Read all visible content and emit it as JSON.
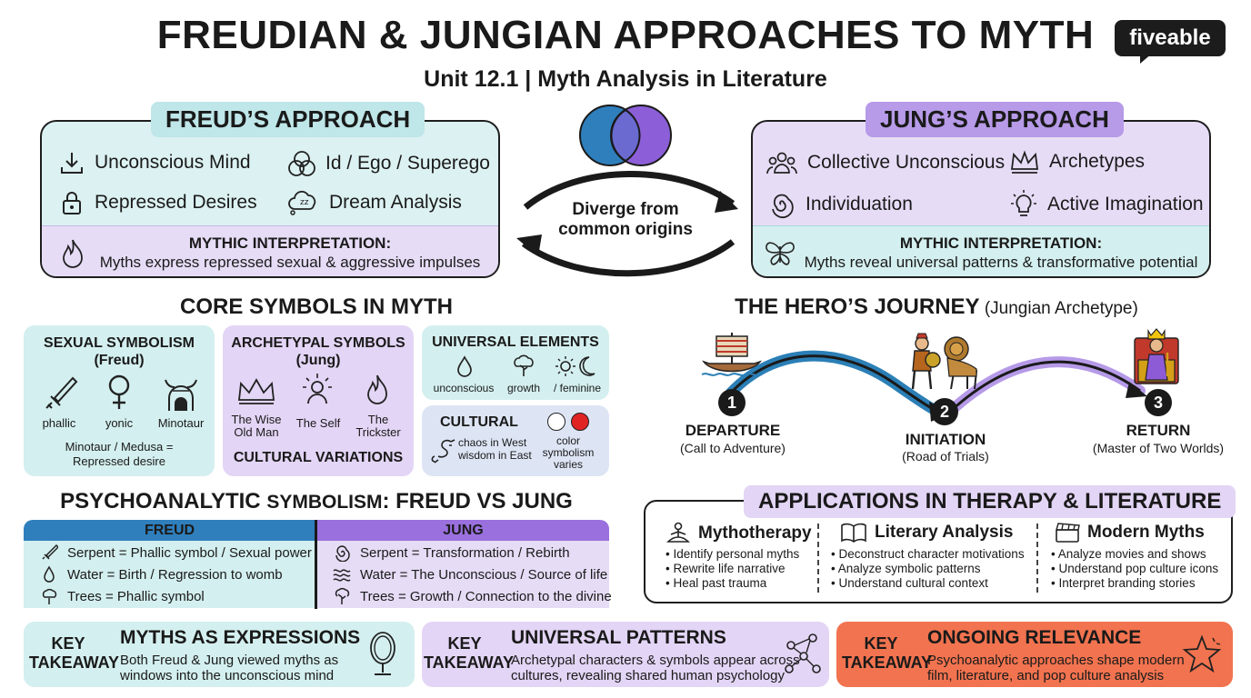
{
  "header": {
    "title": "FREUDIAN & JUNGIAN APPROACHES TO MYTH",
    "subtitle": "Unit 12.1 | Myth Analysis in Literature",
    "logo": "fiveable"
  },
  "freud": {
    "tag": "FREUD’S APPROACH",
    "features": [
      "Unconscious Mind",
      "Id / Ego / Superego",
      "Repressed Desires",
      "Dream Analysis"
    ],
    "interp_title": "MYTHIC INTERPRETATION:",
    "interp_text": "Myths express repressed sexual & aggressive impulses"
  },
  "jung": {
    "tag": "JUNG’S APPROACH",
    "features": [
      "Collective Unconscious",
      "Archetypes",
      "Individuation",
      "Active Imagination"
    ],
    "interp_title": "MYTHIC INTERPRETATION:",
    "interp_text": "Myths reveal universal patterns & transformative potential"
  },
  "center": {
    "diverge_line1": "Diverge from",
    "diverge_line2": "common origins"
  },
  "core": {
    "heading": "CORE SYMBOLS IN MYTH",
    "sexual": {
      "title_line1": "SEXUAL SYMBOLISM",
      "title_line2": "(Freud)",
      "items": [
        "phallic",
        "yonic",
        "Minotaur"
      ],
      "note_line1": "Minotaur / Medusa =",
      "note_line2": "Repressed desire"
    },
    "archetypal": {
      "title_line1": "ARCHETYPAL SYMBOLS",
      "title_line2": "(Jung)",
      "items": [
        {
          "line1": "The Wise",
          "line2": "Old Man"
        },
        {
          "line1": "The Self",
          "line2": ""
        },
        {
          "line1": "The",
          "line2": "Trickster"
        }
      ],
      "footer": "CULTURAL VARIATIONS"
    },
    "universal": {
      "title": "UNIVERSAL ELEMENTS",
      "items": [
        "unconscious",
        "growth",
        "/ feminine"
      ]
    },
    "cultural": {
      "title": "CULTURAL",
      "dragon_line1": "chaos in West",
      "dragon_line2": "wisdom in East",
      "color_line1": "color",
      "color_line2": "symbolism",
      "color_line3": "varies"
    }
  },
  "psych": {
    "heading_bold": "PSYCHOANALYTIC ",
    "heading_mid": "SYMBOLISM",
    "heading_end": ": FREUD VS JUNG",
    "freud_header": "FREUD",
    "jung_header": "JUNG",
    "freud_rows": [
      "Serpent = Phallic symbol / Sexual power",
      "Water = Birth / Regression to womb",
      "Trees = Phallic symbol"
    ],
    "jung_rows": [
      "Serpent = Transformation / Rebirth",
      "Water = The Unconscious / Source of life",
      "Trees = Growth / Connection to the divine"
    ]
  },
  "hero": {
    "heading": "THE HERO’S JOURNEY",
    "heading_note": " (Jungian Archetype)",
    "steps": [
      {
        "num": "1",
        "title": "DEPARTURE",
        "sub": "(Call to Adventure)"
      },
      {
        "num": "2",
        "title": "INITIATION",
        "sub": "(Road of Trials)"
      },
      {
        "num": "3",
        "title": "RETURN",
        "sub": "(Master of Two Worlds)"
      }
    ]
  },
  "apps": {
    "heading": "APPLICATIONS IN THERAPY & LITERATURE",
    "columns": [
      {
        "title": "Mythotherapy",
        "items": [
          "Identify personal myths",
          "Rewrite life narrative",
          "Heal past trauma"
        ]
      },
      {
        "title": "Literary Analysis",
        "items": [
          "Deconstruct character motivations",
          "Analyze symbolic patterns",
          "Understand cultural context"
        ]
      },
      {
        "title": "Modern Myths",
        "items": [
          "Analyze movies and shows",
          "Understand pop culture icons",
          "Interpret branding stories"
        ]
      }
    ]
  },
  "takeaways": [
    {
      "label_line1": "KEY",
      "label_line2": "TAKEAWAY",
      "title": "MYTHS AS EXPRESSIONS",
      "body_line1": "Both Freud & Jung viewed myths as",
      "body_line2": "windows into the unconscious mind"
    },
    {
      "label_line1": "KEY",
      "label_line2": "TAKEAWAY",
      "title": "UNIVERSAL PATTERNS",
      "body_line1": "Archetypal characters & symbols appear across",
      "body_line2": "cultures, revealing shared human psychology"
    },
    {
      "label_line1": "KEY",
      "label_line2": "TAKEAWAY",
      "title": "ONGOING RELEVANCE",
      "body_line1": "Psychoanalytic approaches shape modern",
      "body_line2": "film, literature, and pop culture analysis"
    }
  ],
  "colors": {
    "freud_bg": "#dcf1f1",
    "freud_accent": "#2b7fb6",
    "jung_bg": "#e7dcf6",
    "jung_accent": "#8e62d9",
    "highlight": "#f2734f",
    "cultural_bg": "#dde5f5"
  }
}
